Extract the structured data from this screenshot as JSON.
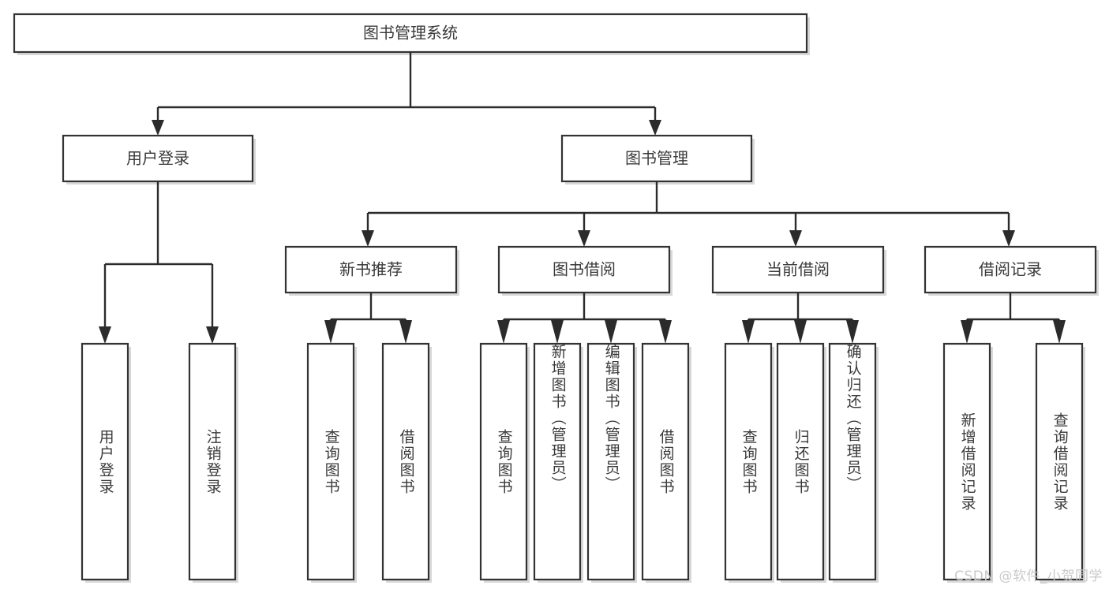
{
  "diagram": {
    "type": "tree",
    "title": "图书管理系统",
    "root": {
      "id": "root",
      "label": "图书管理系统"
    },
    "level2": [
      {
        "id": "user-login",
        "label": "用户登录"
      },
      {
        "id": "book-manage",
        "label": "图书管理"
      }
    ],
    "level3": [
      {
        "id": "new-book-rec",
        "label": "新书推荐",
        "parent": "book-manage"
      },
      {
        "id": "book-borrow",
        "label": "图书借阅",
        "parent": "book-manage"
      },
      {
        "id": "current-borrow",
        "label": "当前借阅",
        "parent": "book-manage"
      },
      {
        "id": "borrow-record",
        "label": "借阅记录",
        "parent": "book-manage"
      }
    ],
    "leaves": {
      "user-login": [
        {
          "id": "leaf-user-login",
          "label": "用户登录"
        },
        {
          "id": "leaf-logout",
          "label": "注销登录"
        }
      ],
      "new-book-rec": [
        {
          "id": "leaf-query-book-1",
          "label": "查询图书"
        },
        {
          "id": "leaf-borrow-book-1",
          "label": "借阅图书"
        }
      ],
      "book-borrow": [
        {
          "id": "leaf-query-book-2",
          "label": "查询图书"
        },
        {
          "id": "leaf-add-book",
          "label": "新增图书（管理员）"
        },
        {
          "id": "leaf-edit-book",
          "label": "编辑图书（管理员）"
        },
        {
          "id": "leaf-borrow-book-2",
          "label": "借阅图书"
        }
      ],
      "current-borrow": [
        {
          "id": "leaf-query-book-3",
          "label": "查询图书"
        },
        {
          "id": "leaf-return-book",
          "label": "归还图书"
        },
        {
          "id": "leaf-confirm-return",
          "label": "确认归还（管理员）"
        }
      ],
      "borrow-record": [
        {
          "id": "leaf-add-record",
          "label": "新增借阅记录"
        },
        {
          "id": "leaf-query-record",
          "label": "查询借阅记录"
        }
      ]
    }
  },
  "watermark": {
    "text": "CSDN @软件_小贺同学"
  },
  "colors": {
    "box_stroke": "#333333",
    "connector": "#2b2b2b",
    "text": "#3a3a3a",
    "background": "#ffffff",
    "watermark": "#c9c9c9"
  }
}
